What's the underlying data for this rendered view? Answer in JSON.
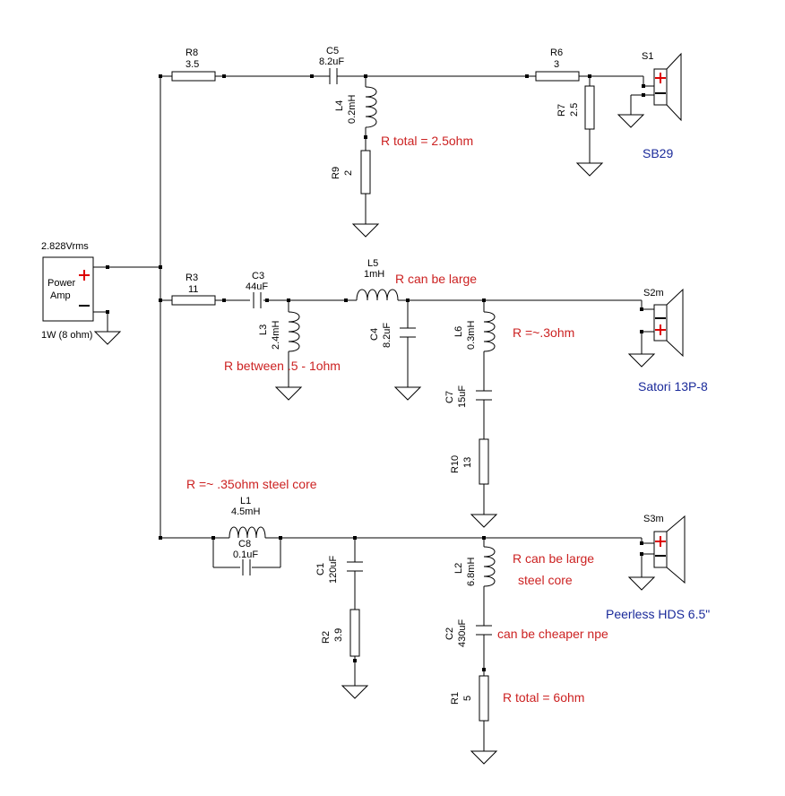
{
  "source": {
    "voltage": "2.828Vrms",
    "name_line1": "Power",
    "name_line2": "Amp",
    "power": "1W (8 ohm)"
  },
  "components": {
    "R8": {
      "ref": "R8",
      "value": "3.5"
    },
    "C5": {
      "ref": "C5",
      "value": "8.2uF"
    },
    "L4": {
      "ref": "L4",
      "value": "0.2mH"
    },
    "R9": {
      "ref": "R9",
      "value": "2"
    },
    "R6": {
      "ref": "R6",
      "value": "3"
    },
    "R7": {
      "ref": "R7",
      "value": "2.5"
    },
    "R3": {
      "ref": "R3",
      "value": "11"
    },
    "C3": {
      "ref": "C3",
      "value": "44uF"
    },
    "L3": {
      "ref": "L3",
      "value": "2.4mH"
    },
    "L5": {
      "ref": "L5",
      "value": "1mH"
    },
    "C4": {
      "ref": "C4",
      "value": "8.2uF"
    },
    "L6": {
      "ref": "L6",
      "value": "0.3mH"
    },
    "C7": {
      "ref": "C7",
      "value": "15uF"
    },
    "R10": {
      "ref": "R10",
      "value": "13"
    },
    "L1": {
      "ref": "L1",
      "value": "4.5mH"
    },
    "C8": {
      "ref": "C8",
      "value": "0.1uF"
    },
    "C1": {
      "ref": "C1",
      "value": "120uF"
    },
    "R2": {
      "ref": "R2",
      "value": "3.9"
    },
    "L2": {
      "ref": "L2",
      "value": "6.8mH"
    },
    "C2": {
      "ref": "C2",
      "value": "430uF"
    },
    "R1": {
      "ref": "R1",
      "value": "5"
    }
  },
  "speakers": {
    "S1": {
      "ref": "S1",
      "model": "SB29"
    },
    "S2": {
      "ref": "S2m",
      "model": "Satori 13P-8"
    },
    "S3": {
      "ref": "S3m",
      "model": "Peerless HDS 6.5\""
    }
  },
  "notes": {
    "tweeter_rtotal": "R total = 2.5ohm",
    "l5_note": "R can be large",
    "l3_note": "R between .5 - 1ohm",
    "l6_note": "R =~.3ohm",
    "l1_note": "R =~ .35ohm steel core",
    "l2_note1": "R can be large",
    "l2_note2": "steel core",
    "c2_note": "can be cheaper npe",
    "woofer_rtotal": "R total = 6ohm"
  },
  "colors": {
    "notes": "#cc2222",
    "speaker_names": "#1a2a9a",
    "plus": "#dd0000"
  }
}
